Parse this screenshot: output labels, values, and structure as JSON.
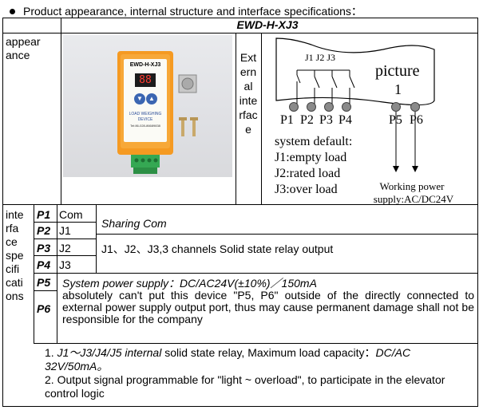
{
  "heading": "Product appearance, internal structure and interface specifications：",
  "model": "EWD-H-XJ3",
  "appearance_label": "appear ance",
  "device": {
    "model_text": "EWD-H-XJ3",
    "display": "88",
    "label_line1": "LOAD WEIGHING",
    "label_line2": "DEVICE",
    "tel": "Tel:86-028-86689838"
  },
  "external_interface_label": "Ext ern al inte rfac e",
  "diagram": {
    "relay_labels": [
      "J1",
      "J2",
      "J3"
    ],
    "title_line1": "picture",
    "title_line2": "1",
    "pin_labels": [
      "P1",
      "P2",
      "P3",
      "P4",
      "P5",
      "P6"
    ],
    "defaults_title": "system default:",
    "defaults": [
      "J1:empty load",
      "J2:rated load",
      "J3:over load"
    ],
    "power_line1": "Working power",
    "power_line2": "supply:AC/DC24V"
  },
  "interface_specs_label": "inte rfa ce spe cifi cati ons",
  "pins": [
    {
      "pin": "P1",
      "name": "Com"
    },
    {
      "pin": "P2",
      "name": "J1"
    },
    {
      "pin": "P3",
      "name": "J2"
    },
    {
      "pin": "P4",
      "name": "J3"
    },
    {
      "pin": "P5",
      "name": ""
    },
    {
      "pin": "P6",
      "name": ""
    }
  ],
  "sharing_com": "Sharing Com",
  "relay_output": "J1、J2、J3,3 channels Solid state relay output",
  "power_supply": "System power supply：DC/AC24V(±10%)／150mA",
  "warning": "absolutely can't put this device \"P5, P6\" outside of the directly connected to external power supply output port, thus may cause permanent damage shall not be responsible for the company",
  "notes": [
    {
      "num": "1.",
      "italic": "J1～J3/J4/J5 internal",
      "plain": " solid state relay, Maximum load capacity：",
      "italic2": "DC/AC 32V/50mA。"
    },
    {
      "num": "2.",
      "plain": "Output signal programmable for \"light ~ overload\", to participate in the elevator control logic"
    }
  ]
}
